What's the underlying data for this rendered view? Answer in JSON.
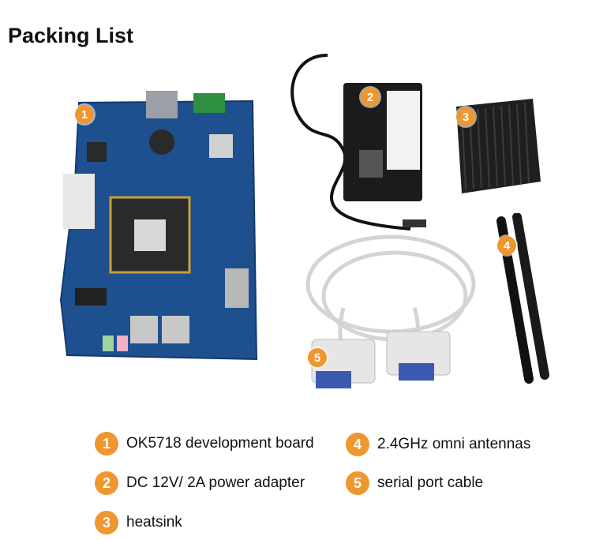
{
  "title": "Packing List",
  "markers": [
    "1",
    "2",
    "3",
    "4",
    "5"
  ],
  "legend": [
    {
      "num": "1",
      "text": "OK5718 development board"
    },
    {
      "num": "2",
      "text": "DC 12V/ 2A power adapter"
    },
    {
      "num": "3",
      "text": "heatsink"
    },
    {
      "num": "4",
      "text": "2.4GHz omni antennas"
    },
    {
      "num": "5",
      "text": "serial port cable"
    }
  ],
  "colors": {
    "accent": "#f0962e",
    "board": "#1e4f8f"
  }
}
